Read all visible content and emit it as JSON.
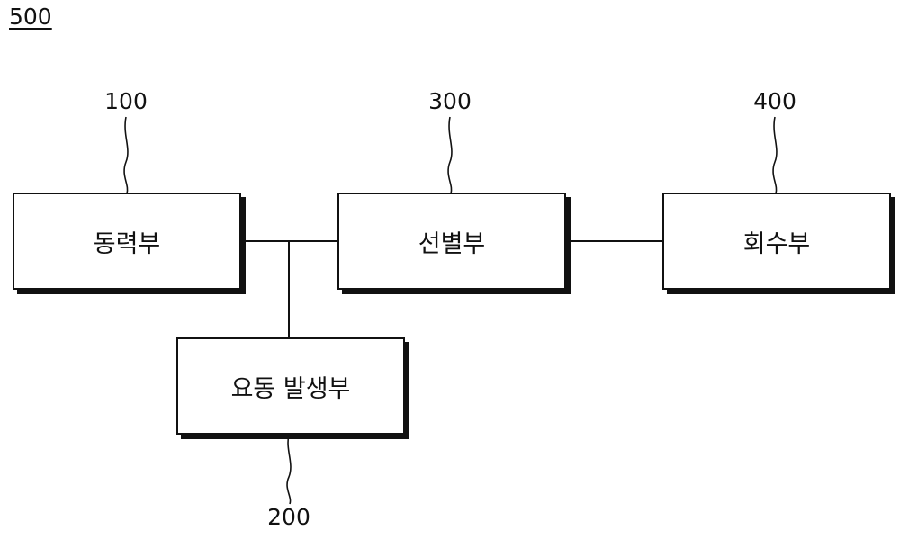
{
  "figure_ref": "500",
  "blocks": {
    "power": {
      "ref": "100",
      "label": "동력부"
    },
    "vibration": {
      "ref": "200",
      "label": "요동 발생부"
    },
    "sorting": {
      "ref": "300",
      "label": "선별부"
    },
    "recovery": {
      "ref": "400",
      "label": "회수부"
    }
  },
  "connections": [
    [
      "power",
      "sorting"
    ],
    [
      "power",
      "vibration"
    ],
    [
      "sorting",
      "recovery"
    ]
  ]
}
